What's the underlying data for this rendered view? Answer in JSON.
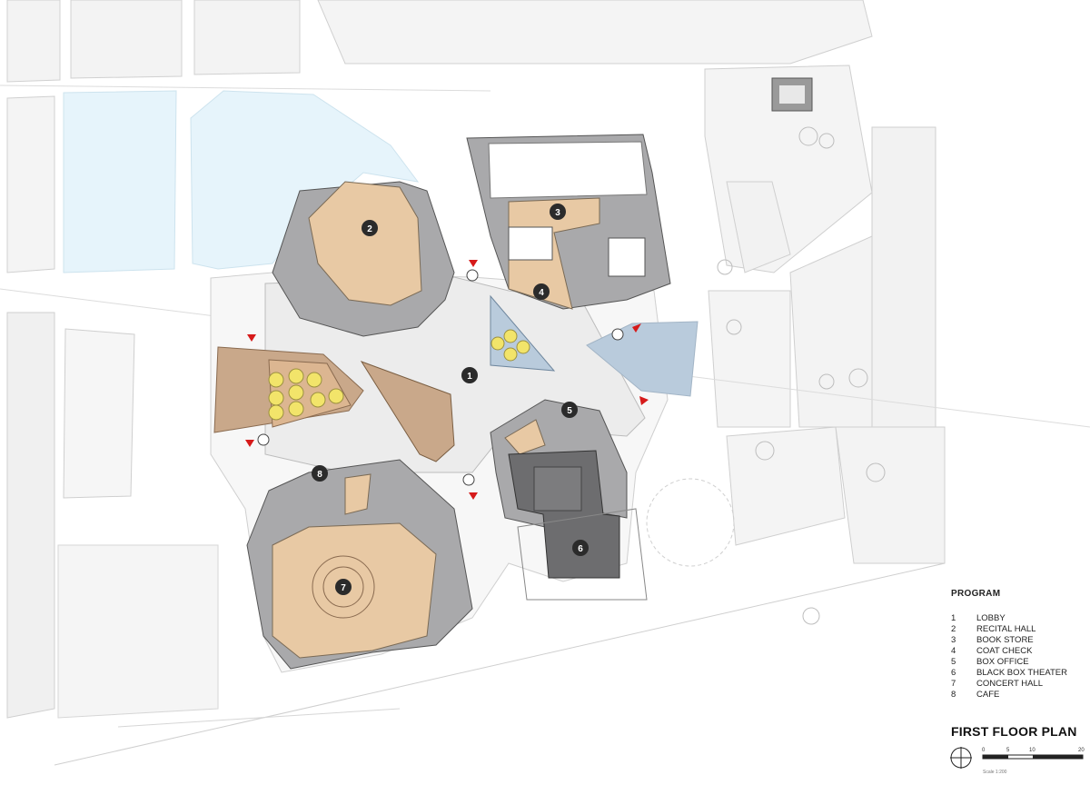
{
  "legend": {
    "title": "PROGRAM",
    "items": [
      {
        "num": "1",
        "label": "LOBBY"
      },
      {
        "num": "2",
        "label": "RECITAL HALL"
      },
      {
        "num": "3",
        "label": "BOOK STORE"
      },
      {
        "num": "4",
        "label": "COAT CHECK"
      },
      {
        "num": "5",
        "label": "BOX OFFICE"
      },
      {
        "num": "6",
        "label": "BLACK BOX THEATER"
      },
      {
        "num": "7",
        "label": "CONCERT HALL"
      },
      {
        "num": "8",
        "label": "CAFE"
      }
    ]
  },
  "plan_title": "FIRST FLOOR PLAN",
  "markers": {
    "m1": "1",
    "m2": "2",
    "m3": "3",
    "m4": "4",
    "m5": "5",
    "m6": "6",
    "m7": "7",
    "m8": "8"
  },
  "scale": {
    "ticks": [
      "0",
      "5",
      "10",
      "20"
    ],
    "caption": "Scale 1:200"
  },
  "colors": {
    "wood": "#e8c9a4",
    "wall": "#a9a9ab",
    "water": "#e6f4fb",
    "courtyard": "#b9cbdc",
    "tree": "#f2e46a",
    "marker": "#2b2b2b",
    "entry": "#d61a1a",
    "blackbox": "#6d6d6f"
  }
}
